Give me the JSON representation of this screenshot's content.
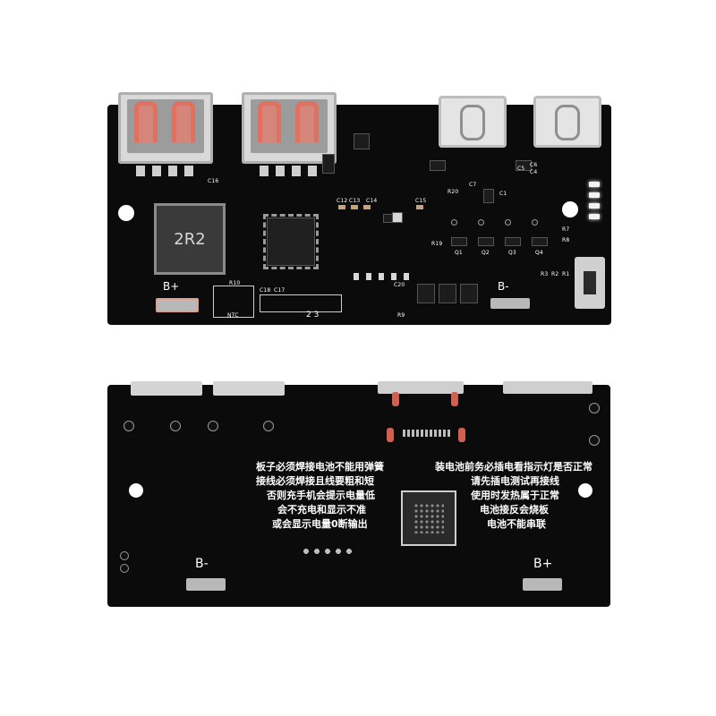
{
  "top_board": {
    "inductor_label": "2R2",
    "b_plus": "B+",
    "b_minus": "B-",
    "ntc": "NTC",
    "num_23": "2 3",
    "refs": {
      "c16": "C16",
      "c12": "C12",
      "c13": "C13",
      "c14": "C14",
      "c15": "C15",
      "c7": "C7",
      "c6": "C6",
      "c5": "C5",
      "c4": "C4",
      "r20": "R20",
      "c18": "C18",
      "c17": "C17",
      "r10": "R10",
      "c20": "C20",
      "r19": "R19",
      "q1": "Q1",
      "q2": "Q2",
      "q3": "Q3",
      "q4": "Q4",
      "r7": "R7",
      "r8": "R8",
      "r3": "R3",
      "r2": "R2",
      "r1": "R1",
      "c1": "C1",
      "r9": "R9"
    }
  },
  "bottom_board": {
    "b_minus": "B-",
    "b_plus": "B+",
    "notice_left": [
      "板子必须焊接电池不能用弹簧",
      "接线必须焊接且线要粗和短",
      "否则充手机会提示电量低",
      "会不充电和显示不准",
      "或会显示电量0断输出"
    ],
    "notice_right": [
      "装电池前务必插电看指示灯是否正常",
      "请先插电测试再接线",
      "使用时发热属于正常",
      "电池接反会烧板",
      "电池不能串联"
    ]
  },
  "colors": {
    "pcb": "#0b0b0b",
    "usb_contact": "#e07060",
    "silkscreen": "#ffffff",
    "metal": "#c0c0c0"
  }
}
